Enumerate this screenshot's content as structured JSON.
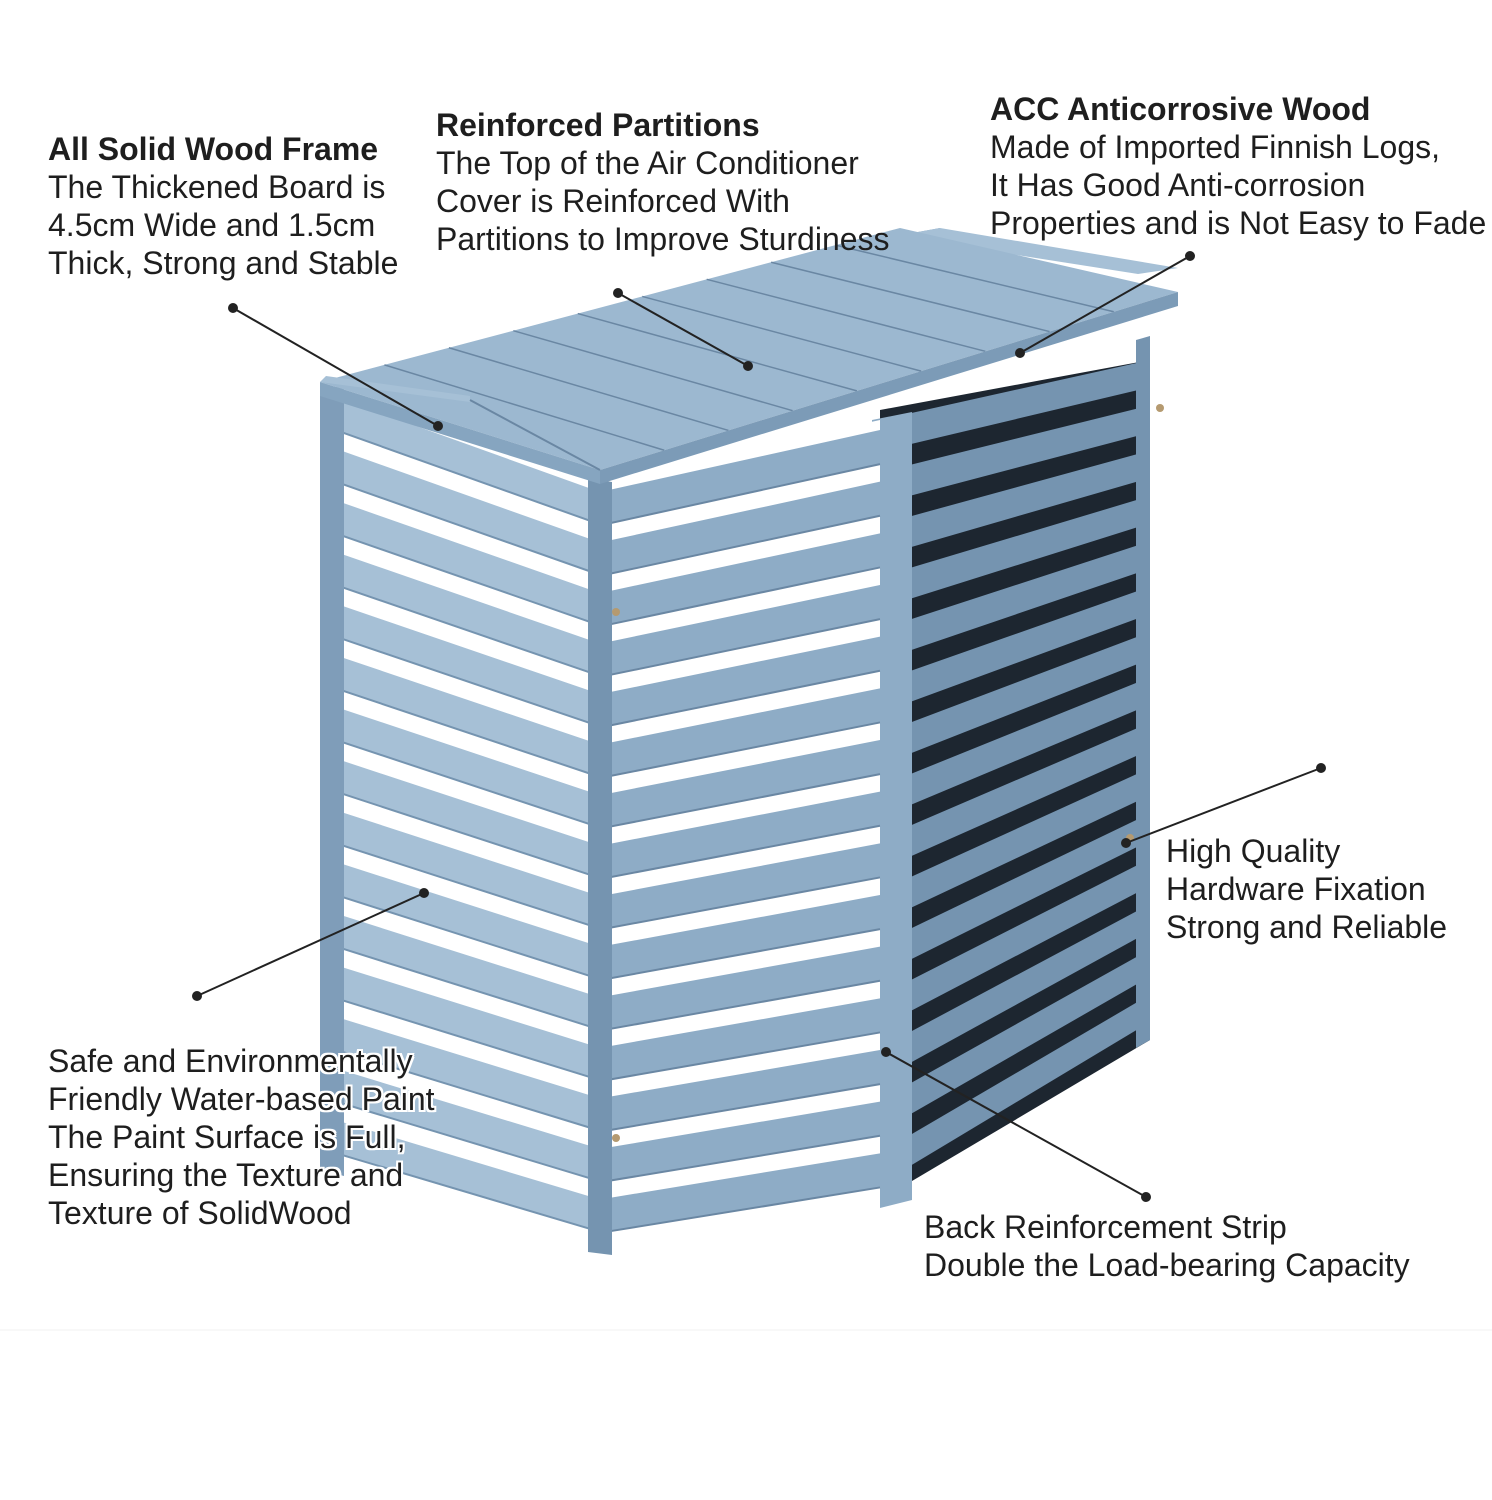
{
  "colors": {
    "wood_face": "#8eacc6",
    "wood_light": "#a6c0d6",
    "wood_dark": "#7594b0",
    "wood_edge": "#6a87a3",
    "slat_gap": "#ffffff",
    "back_gap": "#1d2630",
    "leader": "#222222",
    "text": "#1e1e1e"
  },
  "callouts": {
    "frame": {
      "title": "All Solid Wood Frame",
      "lines": [
        "The Thickened Board is",
        "4.5cm Wide and 1.5cm",
        "Thick, Strong and Stable"
      ]
    },
    "partitions": {
      "title": "Reinforced Partitions",
      "lines": [
        "The Top of the Air Conditioner",
        "Cover is Reinforced With",
        "Partitions to Improve Sturdiness"
      ]
    },
    "acc": {
      "title": "ACC Anticorrosive Wood",
      "lines": [
        "Made of Imported Finnish Logs,",
        "It Has Good Anti-corrosion",
        "Properties and is Not Easy to Fade"
      ]
    },
    "hardware": {
      "lines": [
        "High Quality",
        "Hardware Fixation",
        "Strong and Reliable"
      ]
    },
    "paint": {
      "lines": [
        "Safe and Environmentally",
        "Friendly Water-based Paint",
        "The Paint Surface is Full,",
        "Ensuring the Texture and",
        "Texture of SolidWood"
      ]
    },
    "strip": {
      "lines": [
        "Back Reinforcement Strip",
        "Double the Load-bearing Capacity"
      ]
    }
  }
}
